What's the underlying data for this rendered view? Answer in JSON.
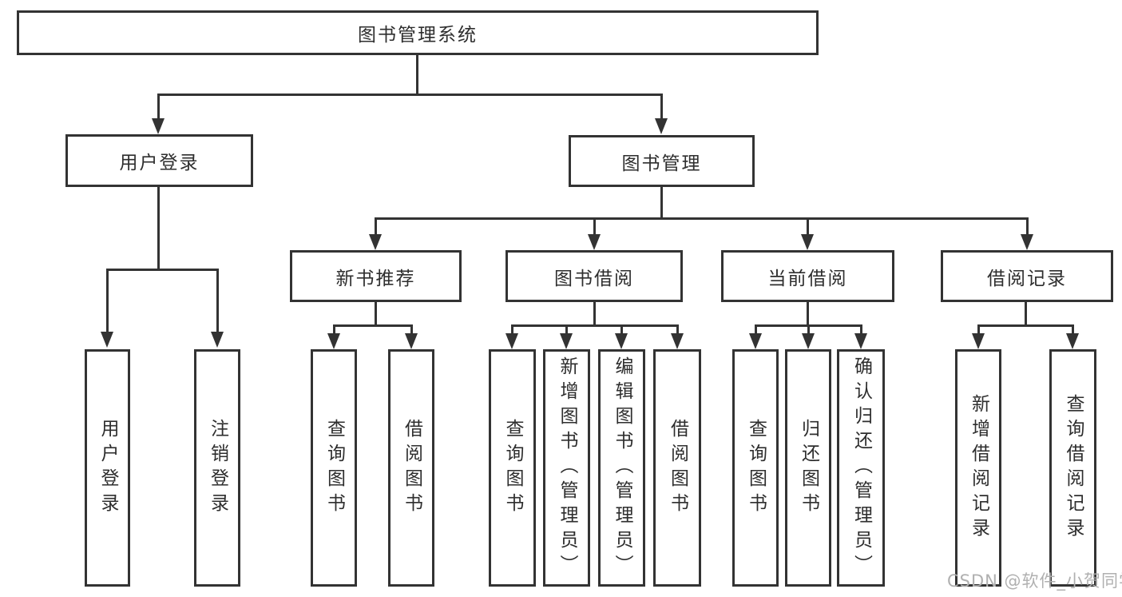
{
  "colors": {
    "line": "#333333",
    "box_border": "#333333",
    "text": "#2e2e2e",
    "watermark": "#b0b0b0",
    "background": "#ffffff"
  },
  "watermark": {
    "text": "CSDN @软件_小贺同学"
  },
  "tree": {
    "label": "图书管理系统",
    "children": [
      {
        "label": "用户登录",
        "children": [
          {
            "label": "用户登录"
          },
          {
            "label": "注销登录"
          }
        ]
      },
      {
        "label": "图书管理",
        "children": [
          {
            "label": "新书推荐",
            "children": [
              {
                "label": "查询图书"
              },
              {
                "label": "借阅图书"
              }
            ]
          },
          {
            "label": "图书借阅",
            "children": [
              {
                "label": "查询图书"
              },
              {
                "label": "新增图书（管理员）"
              },
              {
                "label": "编辑图书（管理员）"
              },
              {
                "label": "借阅图书"
              }
            ]
          },
          {
            "label": "当前借阅",
            "children": [
              {
                "label": "查询图书"
              },
              {
                "label": "归还图书"
              },
              {
                "label": "确认归还（管理员）"
              }
            ]
          },
          {
            "label": "借阅记录",
            "children": [
              {
                "label": "新增借阅记录"
              },
              {
                "label": "查询借阅记录"
              }
            ]
          }
        ]
      }
    ]
  }
}
